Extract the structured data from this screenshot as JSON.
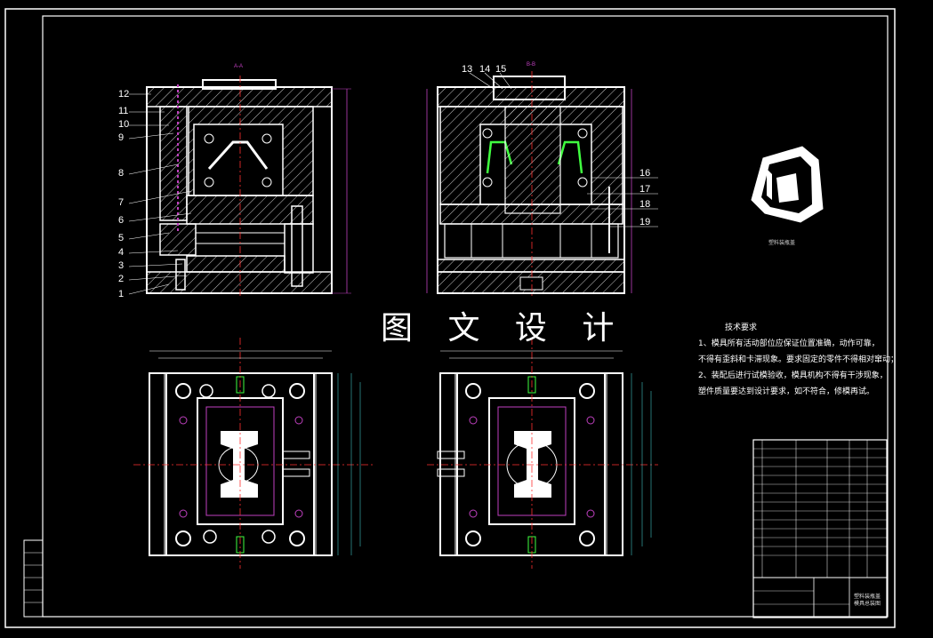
{
  "watermark": "图 文 设 计",
  "product_caption": "塑料装瓶盖",
  "section_marks": {
    "left": "A-A",
    "right": "B-B"
  },
  "labels_left": [
    "12",
    "11",
    "10",
    "9",
    "8",
    "7",
    "6",
    "5",
    "4",
    "3",
    "2",
    "1"
  ],
  "labels_top_right": [
    "13",
    "14",
    "15"
  ],
  "labels_right": [
    "16",
    "17",
    "18",
    "19"
  ],
  "tech_notes": {
    "title": "技术要求",
    "lines": [
      "1、模具所有活动部位应保证位置准确，动作可靠，",
      "不得有歪斜和卡滞现象。要求固定的零件不得相对窜动；",
      "2、装配后进行试模验收，模具机构不得有干涉现象，",
      "塑件质量要达到设计要求，如不符合，修模再试。"
    ]
  },
  "title_block": {
    "name_line1": "塑料装瓶盖",
    "name_line2": "模具总装图"
  },
  "colors": {
    "line": "#ffffff",
    "accent": "#c040c0",
    "center": "#ff3030",
    "dim": "#40c0c0",
    "part": "#40ff40"
  }
}
